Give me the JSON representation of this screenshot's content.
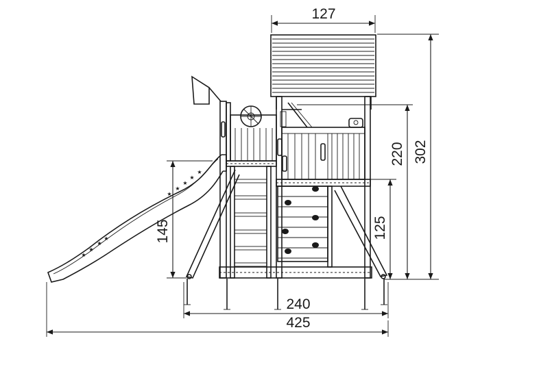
{
  "dimensions": {
    "roof_width": "127",
    "total_height": "302",
    "rail_height": "220",
    "deck_height": "125",
    "slide_height": "145",
    "base_width": "240",
    "total_width": "425"
  },
  "colors": {
    "line": "#1a1a1a",
    "background": "#ffffff"
  }
}
